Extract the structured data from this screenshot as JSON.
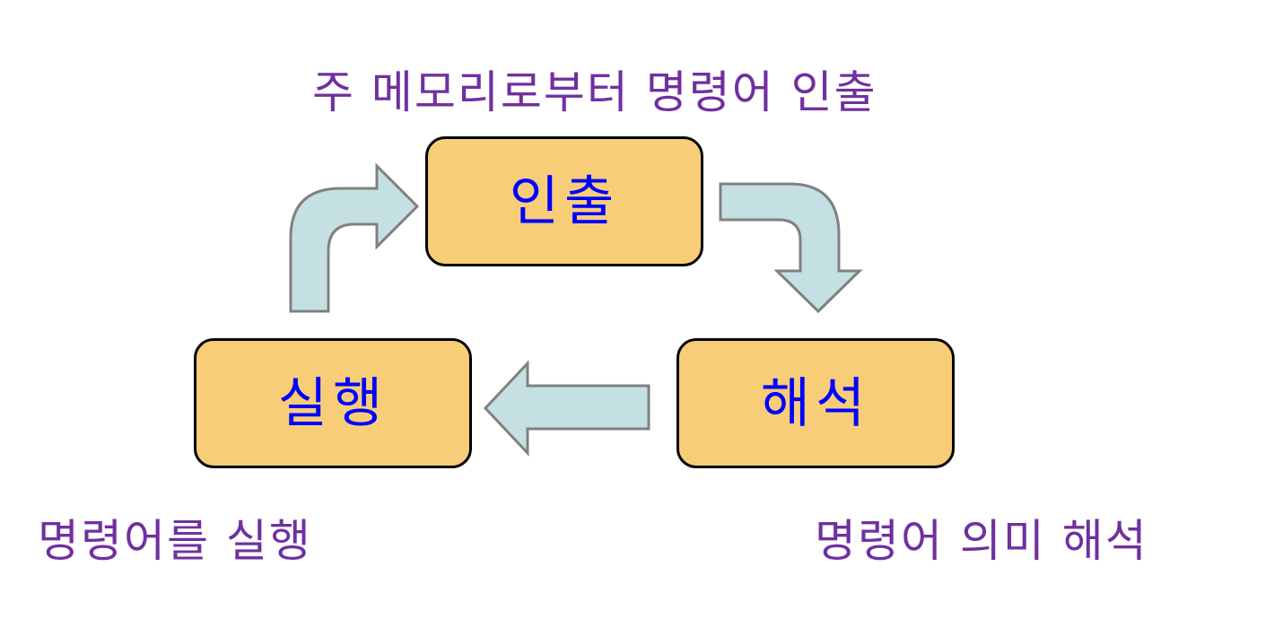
{
  "stages": {
    "fetch": "인출",
    "decode": "해석",
    "execute": "실행"
  },
  "captions": {
    "fetch": "주 메모리로부터 명령어 인출",
    "decode": "명령어 의미 해석",
    "execute": "명령어를 실행"
  },
  "colors": {
    "box_fill": "#f7cd78",
    "box_border": "#000000",
    "stage_text": "#0000ff",
    "caption_text": "#7030a0",
    "arrow_fill": "#c5e0e2",
    "arrow_stroke": "#808080"
  }
}
